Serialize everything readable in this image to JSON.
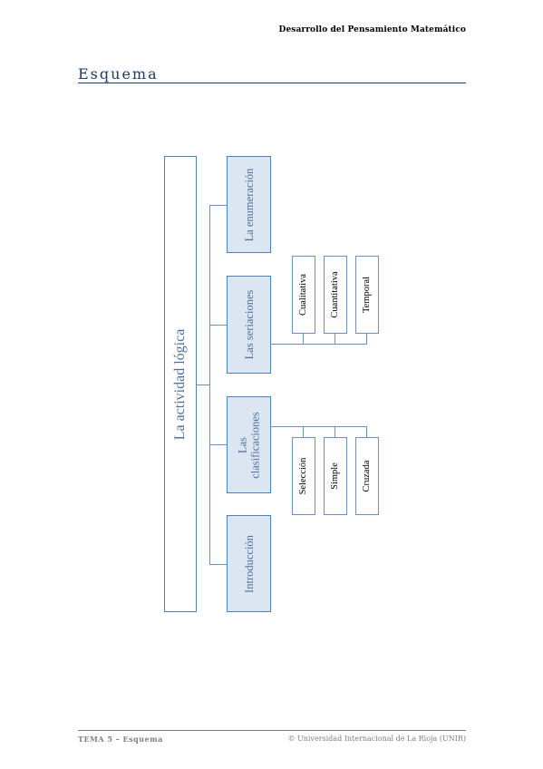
{
  "header": {
    "title": "Desarrollo del Pensamiento Matemático"
  },
  "section": {
    "title": "Esquema"
  },
  "diagram": {
    "root": "La actividad lógica",
    "branches": [
      {
        "label": "La enumeración"
      },
      {
        "label": "Las seriaciones",
        "children": [
          "Cualitativa",
          "Cuantitativa",
          "Temporal"
        ]
      },
      {
        "label_line1": "Las",
        "label_line2": "clasificaciones",
        "children": [
          "Selección",
          "Simple",
          "Cruzada"
        ]
      },
      {
        "label": "Introducción"
      }
    ]
  },
  "footer": {
    "left": "TEMA 5 – Esquema",
    "right": "© Universidad Internacional de La Rioja (UNIR)"
  }
}
